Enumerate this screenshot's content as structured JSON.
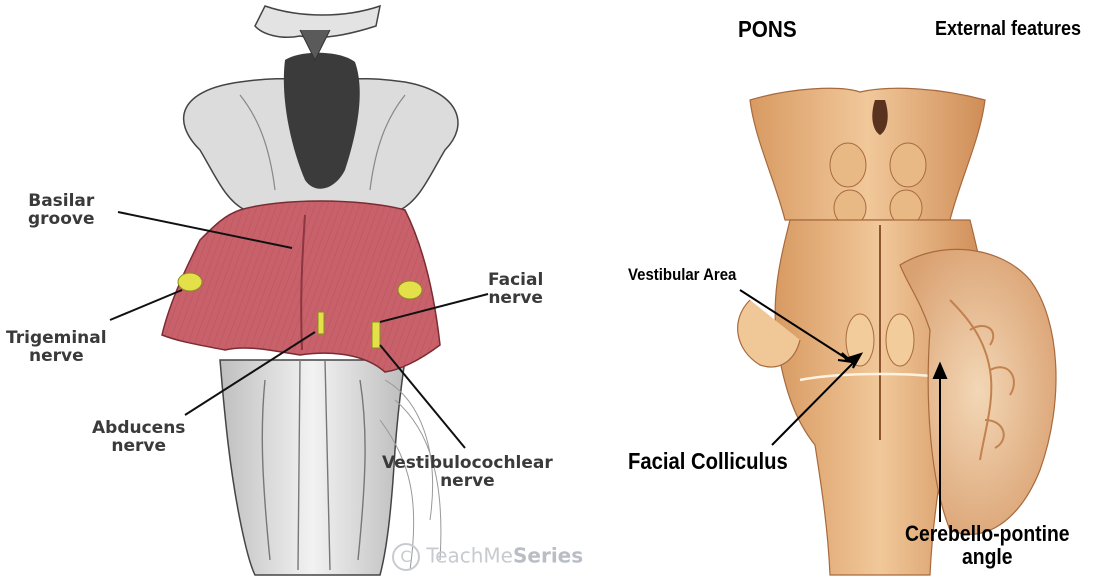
{
  "header": {
    "title": "PONS",
    "subtitle": "External features"
  },
  "left_figure": {
    "labels": {
      "basilar_groove": "Basilar\ngroove",
      "trigeminal_nerve": "Trigeminal\nnerve",
      "facial_nerve": "Facial\nnerve",
      "abducens_nerve": "Abducens\nnerve",
      "vestibulocochlear_nerve": "Vestibulocochlear\nnerve"
    },
    "watermark": {
      "logo_letter": "C",
      "prefix": "TeachMe",
      "suffix": "Series"
    },
    "colors": {
      "pons": "#c8616a",
      "nerve_highlight": "#e3e04a",
      "brainstem": "#d9d9d9"
    }
  },
  "right_figure": {
    "labels": {
      "vestibular_area": "Vestibular Area",
      "facial_colliculus": "Facial Colliculus",
      "cerebello_pontine_angle": "Cerebello-pontine\nangle"
    },
    "colors": {
      "tissue": "#e7b27e",
      "tissue_shadow": "#b9784a"
    }
  }
}
